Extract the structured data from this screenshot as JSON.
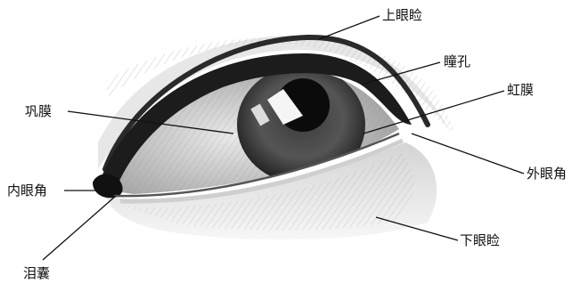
{
  "labels": {
    "upper_eyelid": "上眼睑",
    "pupil": "瞳孔",
    "iris": "虹膜",
    "sclera": "巩膜",
    "outer_corner": "外眼角",
    "inner_corner": "内眼角",
    "lower_eyelid": "下眼睑",
    "lacrimal_sac": "泪囊"
  },
  "colors": {
    "background": "#ffffff",
    "lid_dark": "#1c1c1c",
    "shading": "#777777",
    "leader_line": "#111111"
  }
}
